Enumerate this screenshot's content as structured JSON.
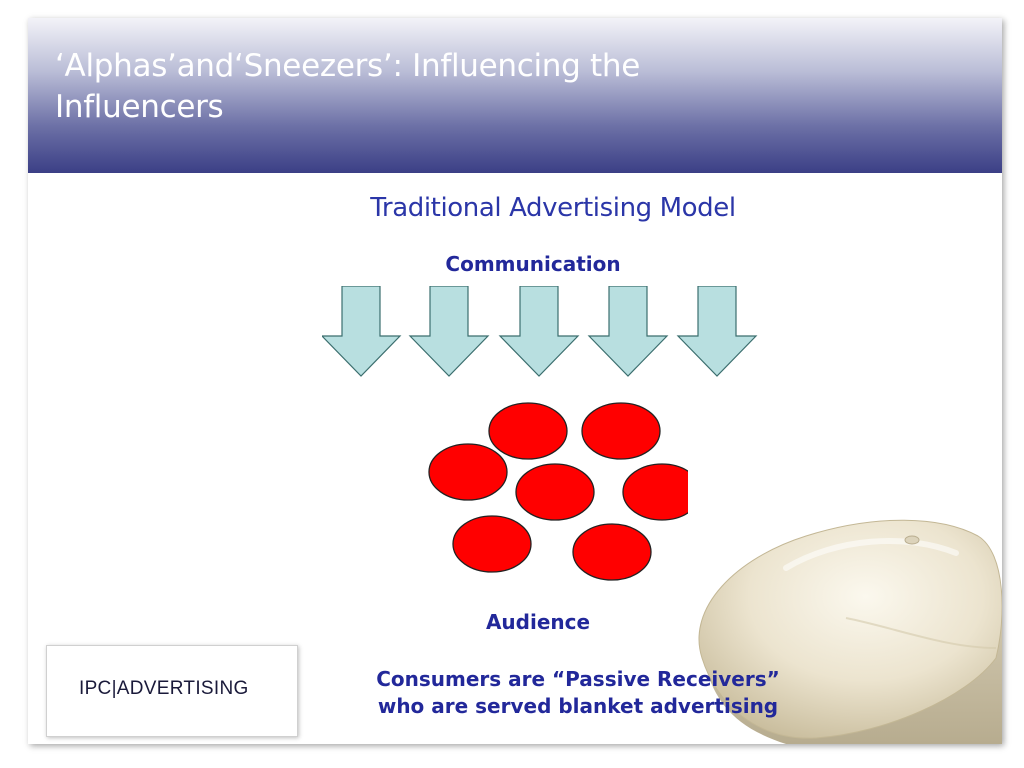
{
  "slide": {
    "title": "‘Alphas’and‘Sneezers’: Influencing the Influencers",
    "subtitle": "Traditional Advertising Model",
    "communication_label": "Communication",
    "audience_label": "Audience",
    "caption_line1": "Consumers are “Passive Receivers”",
    "caption_line2": "who are served blanket advertising"
  },
  "logo": {
    "text": "IPC|ADVERTISING"
  },
  "colors": {
    "header_dark": "#3b3f86",
    "subtitle_blue": "#2b36a8",
    "label_blue": "#22289a",
    "arrow_fill": "#b8dfe0",
    "ellipse_red": "#ff0000"
  },
  "arrows": {
    "count": 5
  },
  "audience_people": {
    "count": 7
  }
}
